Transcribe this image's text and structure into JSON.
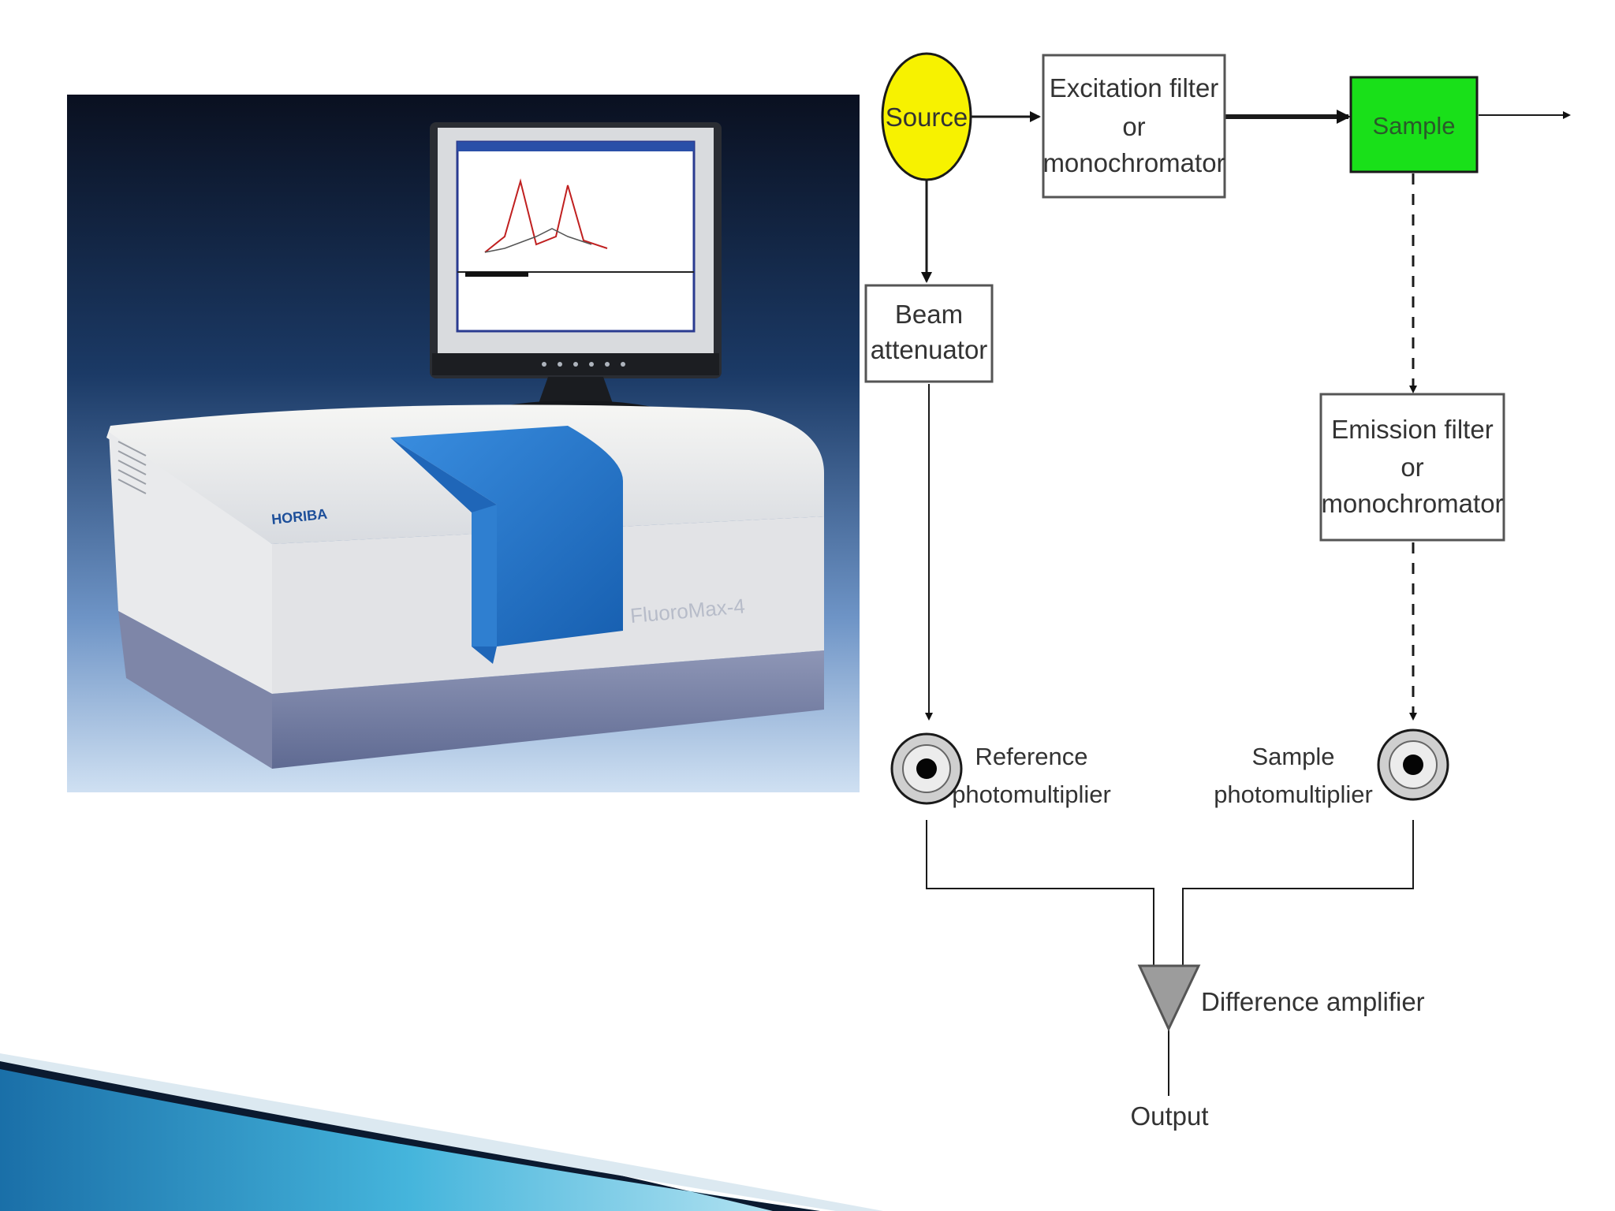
{
  "photo": {
    "brand_text": "HORIBA",
    "model_text": "FluoroMax-4"
  },
  "diagram": {
    "source": "Source",
    "excitation": [
      "Excitation filter",
      "or",
      "monochromator"
    ],
    "sample": "Sample",
    "beam": [
      "Beam",
      "attenuator"
    ],
    "emission": [
      "Emission filter",
      "or",
      "monochromator"
    ],
    "ref_pm": [
      "Reference",
      "photomultiplier"
    ],
    "sample_pm": [
      "Sample",
      "photomultiplier"
    ],
    "diff_amp": "Difference amplifier",
    "output": "Output"
  },
  "colors": {
    "source_fill": "#f7f200",
    "sample_fill": "#19e019",
    "accent_blue": "#1d6fc4",
    "swoosh_dark": "#0b1a30",
    "swoosh_light": "#3fb2dd"
  }
}
